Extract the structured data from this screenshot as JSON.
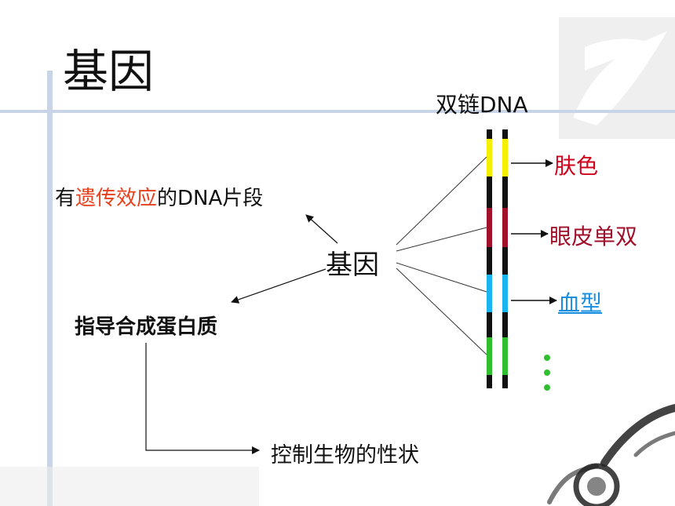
{
  "slide": {
    "title": "基因",
    "dna_label": "双链DNA",
    "dna_segment": {
      "prefix": "有",
      "highlight": "遗传效应",
      "suffix": "的DNA片段"
    },
    "gene_center": "基因",
    "protein": "指导合成蛋白质",
    "trait_control": "控制生物的性状",
    "traits": [
      {
        "label": "肤色",
        "color": "#d0021b"
      },
      {
        "label": "眼皮单双",
        "color": "#a0102a"
      },
      {
        "label": "血型",
        "color": "#1a8fe0"
      }
    ],
    "ellipsis_color": "#2fbf2f",
    "colors": {
      "highlight": "#e8401c",
      "segment_yellow": "#f5f000",
      "segment_red": "#a0102a",
      "segment_blue": "#19b5f0",
      "segment_green": "#2fbf2f",
      "strand": "#111111"
    }
  }
}
